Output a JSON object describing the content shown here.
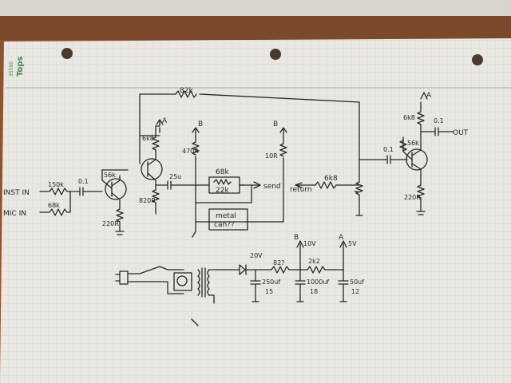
{
  "header": {
    "brand": "Tops",
    "code": "35500"
  },
  "labels": {
    "r_feedback": "82k",
    "rail_a_left": "A",
    "rail_b_mid": "B",
    "rail_b_right": "B",
    "rail_a_right": "A",
    "r_6k8_q2": "6k8",
    "r_56k_q1": "56k",
    "r_220r_q1": "220R",
    "r_820r_q2": "820R",
    "cap_25u": "25u",
    "r_470r": "470R",
    "r_68k_send": "68k",
    "r_22k_send": "22k",
    "send": "send",
    "metal_can_1": "metal",
    "metal_can_2": "can??",
    "r_10r": "10R",
    "return": "return",
    "r_6k8_return": "6k8",
    "inst_in": "INST IN",
    "mic_in": "MIC IN",
    "r_150k": "150k",
    "r_68k_mic": "68k",
    "cap_in": "0.1",
    "cap_out_left": "0.1",
    "r_6k8_out": "6k8",
    "cap_out": "0.1",
    "out": "OUT",
    "r_56k_out": "56k",
    "r_220r_out": "220R",
    "psu_20v": "20V",
    "psu_82": "82?",
    "psu_b": "B",
    "psu_10v": "10V",
    "psu_2k2": "2k2",
    "psu_a": "A",
    "psu_5v": "5V",
    "c_250uf": "250uf",
    "c_250v": "15",
    "c_1000uf": "1000uf",
    "c_1000v": "18",
    "c_50uf": "50uf",
    "c_50v": "12"
  },
  "colors": {
    "paper": "#e7e6e0",
    "grid": "#c9cdd0",
    "ink": "#2a2622",
    "brand": "#3b8a4a"
  }
}
